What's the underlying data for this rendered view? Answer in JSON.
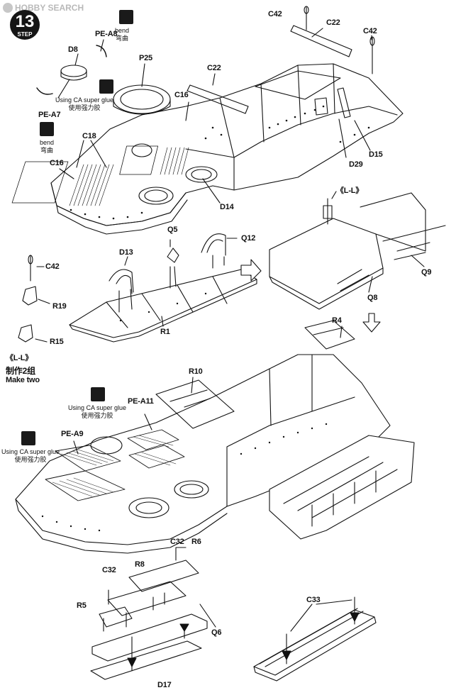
{
  "watermark": "HOBBY SEARCH",
  "step": {
    "number": "13",
    "word": "STEP"
  },
  "labels": {
    "c42_top": "C42",
    "c22_top": "C22",
    "c42_right": "C42",
    "pe_a8": "PE-A8",
    "d8": "D8",
    "p25": "P25",
    "c22_mid": "C22",
    "c16_mid": "C16",
    "pe_a7": "PE-A7",
    "c18": "C18",
    "c16_left": "C16",
    "d29": "D29",
    "d15": "D15",
    "d14": "D14",
    "q5": "Q5",
    "q12": "Q12",
    "d13": "D13",
    "c42_left": "C42",
    "r19": "R19",
    "r15": "R15",
    "r1": "R1",
    "ll_right": "《L-L》",
    "q9": "Q9",
    "q8": "Q8",
    "ll_left": "《L-L》",
    "make_two_cn": "制作2组",
    "make_two_en": "Make two",
    "r4": "R4",
    "r10": "R10",
    "pe_a11": "PE-A11",
    "pe_a9": "PE-A9",
    "c32_a": "C32",
    "r6": "R6",
    "r8": "R8",
    "c32_b": "C32",
    "r5": "R5",
    "q6": "Q6",
    "c33": "C33",
    "d17": "D17"
  },
  "notes": {
    "bend_en": "bend",
    "bend_cn": "弯曲",
    "glue_en": "Using CA super glue",
    "glue_cn": "使用强力胶"
  },
  "icons": [
    "glue-icon",
    "bend-icon",
    "arrow-right-icon",
    "arrow-down-icon"
  ]
}
